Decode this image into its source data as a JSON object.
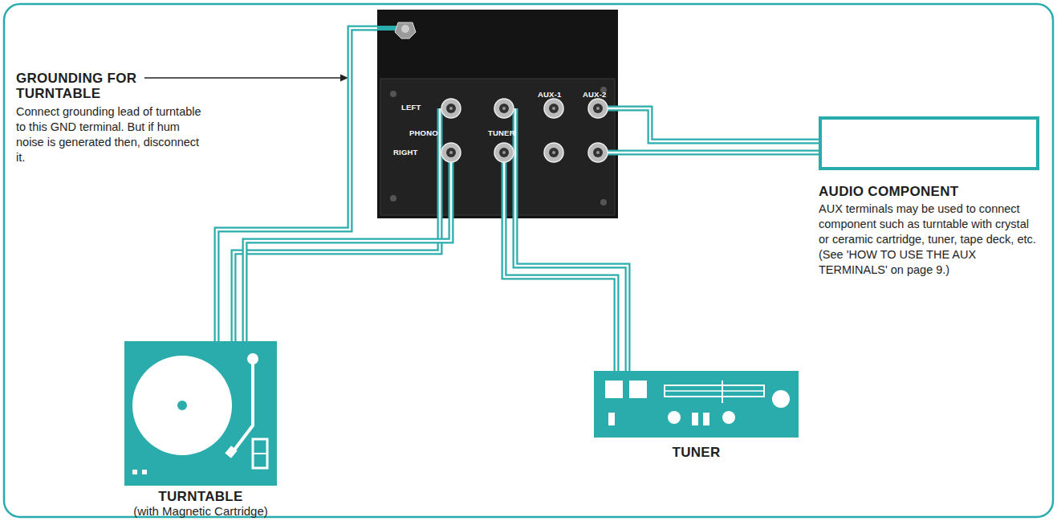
{
  "diagram": {
    "nodes": [
      {
        "text": [
          "LEFT",
          "RIGHT",
          "PHONO",
          "TUNER",
          "AUX-1",
          "AUX-2"
        ]
      },
      {
        "text": [
          "AUDIO COMPONENT",
          "AUX terminals may be used to connect component such as turntable with crystal or ceramic cartridge, tuner, tape deck, etc. (See 'HOW TO USE THE AUX TERMINALS' on page 9.)"
        ]
      },
      {
        "text": [
          "TURNTABLE",
          "(with Magnetic Cartridge)"
        ]
      },
      {
        "text": [
          "TUNER"
        ]
      }
    ],
    "edges": [
      {
        "from": 2,
        "to": 0,
        "arrow": "none"
      },
      {
        "from": 2,
        "to": 0,
        "arrow": "none"
      },
      {
        "from": 3,
        "to": 0,
        "arrow": "none"
      },
      {
        "from": 1,
        "to": 0,
        "arrow": "none"
      }
    ],
    "labels": [
      "GROUNDING FOR TURNTABLE",
      "Connect grounding lead of turntable to this GND terminal. But if hum noise is generated then, disconnect it."
    ]
  }
}
